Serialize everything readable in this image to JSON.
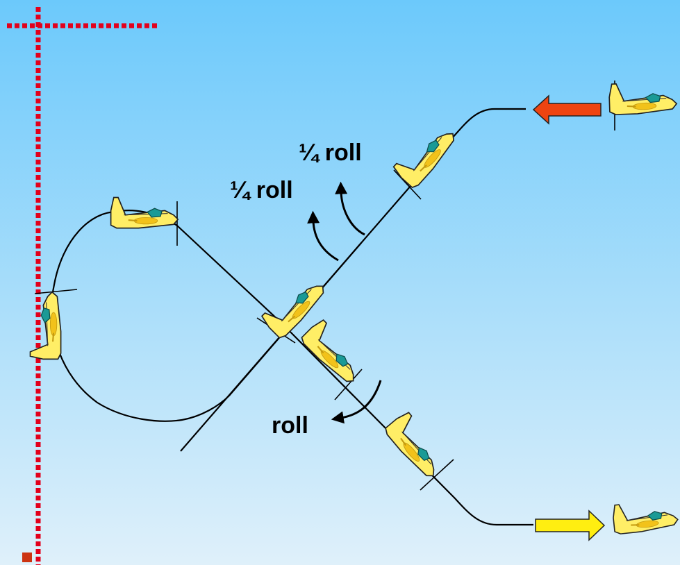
{
  "diagram": {
    "labels": {
      "quarter_roll_upper": "¼ roll",
      "quarter_roll_lower": "¼ roll",
      "full_roll": "roll"
    },
    "arrows": {
      "entry": {
        "direction": "left",
        "color": "#ee4411"
      },
      "exit": {
        "direction": "right",
        "color": "#ffee11"
      }
    },
    "colors": {
      "sky_top": "#6cc9fb",
      "sky_bottom": "#dff0fa",
      "reference_line": "#e3001b",
      "aircraft_body": "#ffee66",
      "aircraft_canopy": "#1a9a96",
      "flight_path": "#000000"
    },
    "icons": [
      "aircraft-icon",
      "arrow-left-icon",
      "arrow-right-icon",
      "roll-arrow-icon"
    ]
  }
}
